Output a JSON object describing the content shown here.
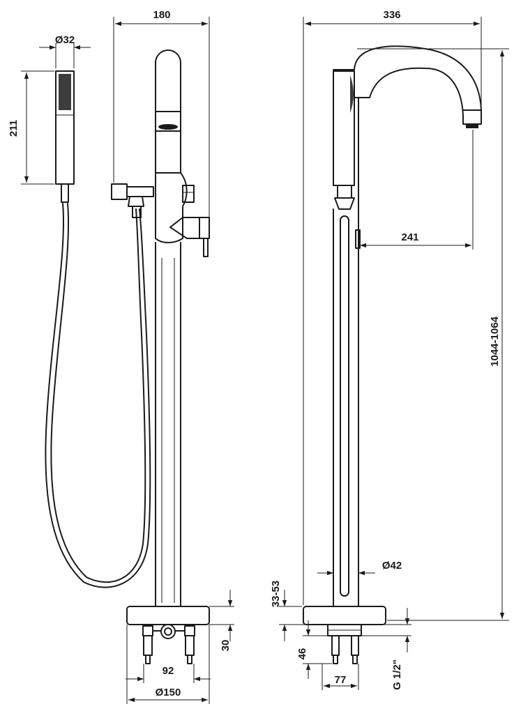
{
  "colors": {
    "line": "#1a1a1a",
    "background": "#ffffff"
  },
  "dimensions": {
    "handshower_diameter": "Ø32",
    "handshower_length": "211",
    "front_width": "180",
    "base_fixing_spacing": "92",
    "base_diameter": "Ø150",
    "base_height": "30",
    "side_width": "336",
    "spout_reach": "241",
    "total_height": "1044-1064",
    "column_diameter": "Ø42",
    "adjustment_range": "33-53",
    "fixing_depth": "46",
    "connection_spacing": "77",
    "thread": "G 1/2\""
  }
}
